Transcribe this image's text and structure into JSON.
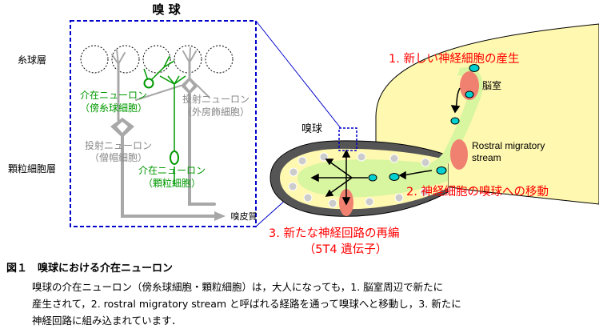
{
  "labels": {
    "olfactory_bulb_title": "嗅 球",
    "glomerular_layer": "糸球層",
    "granule_cell_layer": "顆粒細胞層",
    "interneuron_pg_1": "介在ニューロン",
    "interneuron_pg_2": "（傍糸球細胞）",
    "projection_tufted_1": "投射ニューロン",
    "projection_tufted_2": "（外房飾細胞）",
    "projection_mitral_1": "投射ニューロン",
    "projection_mitral_2": "（僧帽細胞）",
    "interneuron_gc_1": "介在ニューロン",
    "interneuron_gc_2": "（顆粒細胞）",
    "olfactory_cortex": "嗅皮質",
    "olfactory_bulb_right": "嗅球",
    "ventricle": "脳室",
    "rms_1": "Rostral migratory",
    "rms_2": "stream",
    "step1": "1. 新しい神経細胞の産生",
    "step2": "2. 神経細胞の嗅球への移動",
    "step3": "3. 新たな神経回路の再編",
    "step3_sub": "（5T4 遺伝子）"
  },
  "caption": {
    "title": "図１　嗅球における介在ニューロン",
    "line1": "嗅球の介在ニューロン（傍糸球細胞・顆粒細胞）は，大人になっても，1. 脳室周辺で新たに",
    "line2": "産生されて，2. rostral migratory stream と呼ばれる経路を通って嗅球へと移動し，3. 新たに",
    "line3": "神経回路に組み込まれています．"
  },
  "colors": {
    "interneuron": "#009900",
    "projection": "#a8a8a8",
    "step_text": "#ff0000",
    "box": "#0000cc",
    "brain": "#fff8b0",
    "rms": "#d8f5a0",
    "migrating_cell": "#00d0d0",
    "hotspot": "#f08070"
  }
}
